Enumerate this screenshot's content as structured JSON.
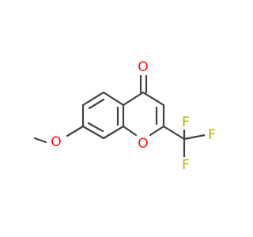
{
  "molecule": {
    "atoms": {
      "carbonyl_oxygen": "O",
      "ring_oxygen": "O",
      "methoxy_oxygen": "O",
      "fluorine_top": "F",
      "fluorine_right": "F",
      "fluorine_bottom": "F"
    }
  },
  "colors": {
    "bond": "#404040",
    "oxygen": "#ff0d0d",
    "fluorine": "#b3b300",
    "background": "#ffffff"
  }
}
